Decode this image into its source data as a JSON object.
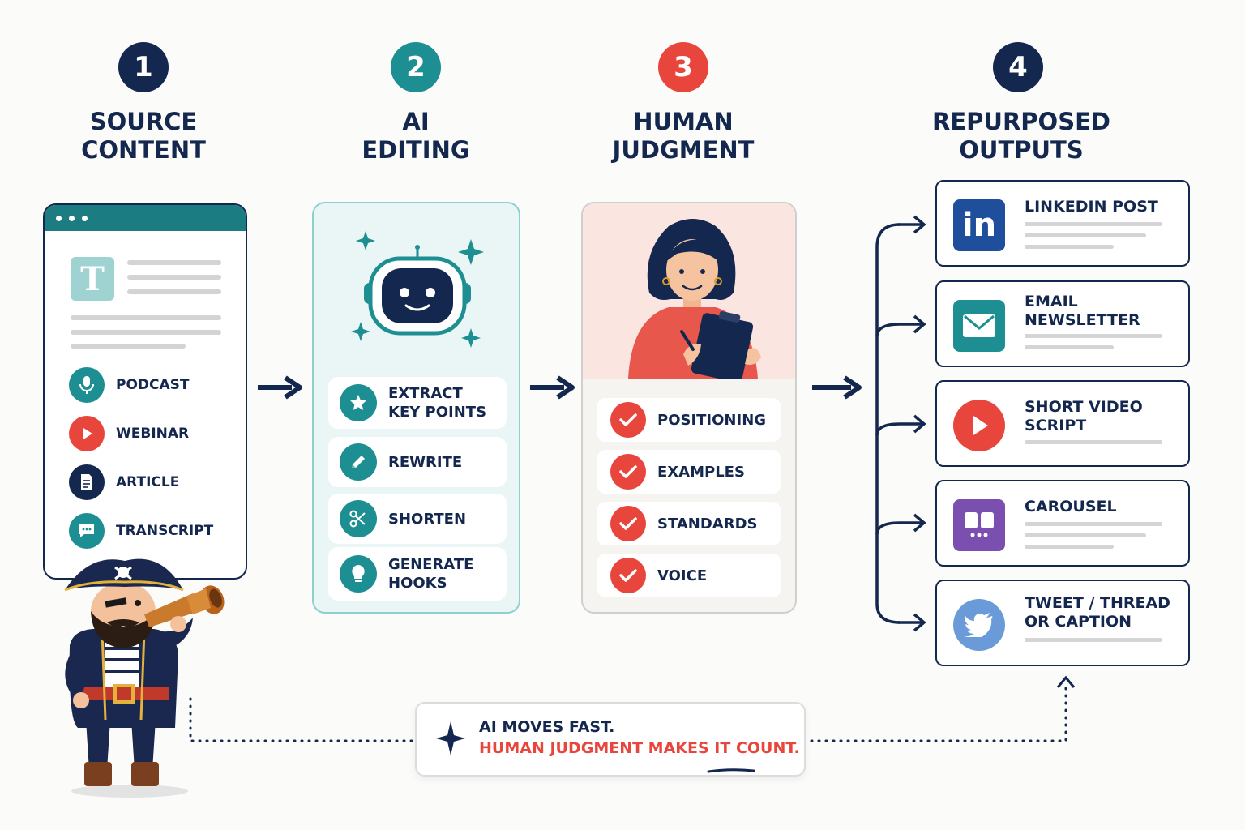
{
  "steps": [
    {
      "number": "1",
      "title": "SOURCE\nCONTENT",
      "color": "#14274e"
    },
    {
      "number": "2",
      "title": "AI\nEDITING",
      "color": "#1d8f93"
    },
    {
      "number": "3",
      "title": "HUMAN\nJUDGMENT",
      "color": "#e8463c"
    },
    {
      "number": "4",
      "title": "REPURPOSED\nOUTPUTS",
      "color": "#14274e"
    }
  ],
  "source": {
    "doc_letter": "T",
    "items": [
      {
        "label": "PODCAST",
        "icon": "microphone-icon",
        "color": "#1d8f93"
      },
      {
        "label": "WEBINAR",
        "icon": "play-icon",
        "color": "#e8463c"
      },
      {
        "label": "ARTICLE",
        "icon": "document-icon",
        "color": "#14274e"
      },
      {
        "label": "TRANSCRIPT",
        "icon": "chat-icon",
        "color": "#1d8f93"
      }
    ]
  },
  "ai_editing": {
    "items": [
      {
        "label": "EXTRACT\nKEY POINTS",
        "icon": "star-icon"
      },
      {
        "label": "REWRITE",
        "icon": "pencil-icon"
      },
      {
        "label": "SHORTEN",
        "icon": "scissors-icon"
      },
      {
        "label": "GENERATE\nHOOKS",
        "icon": "lightbulb-icon"
      }
    ]
  },
  "human_judgment": {
    "items": [
      {
        "label": "POSITIONING"
      },
      {
        "label": "EXAMPLES"
      },
      {
        "label": "STANDARDS"
      },
      {
        "label": "VOICE"
      }
    ]
  },
  "outputs": [
    {
      "label": "LINKEDIN POST",
      "icon": "linkedin-icon",
      "color": "#1f4e9c",
      "icon_text": "in"
    },
    {
      "label": "EMAIL\nNEWSLETTER",
      "icon": "email-icon",
      "color": "#1d8f93"
    },
    {
      "label": "SHORT VIDEO\nSCRIPT",
      "icon": "play-icon",
      "color": "#e8463c"
    },
    {
      "label": "CAROUSEL",
      "icon": "carousel-icon",
      "color": "#7b4fb0"
    },
    {
      "label": "TWEET / THREAD\nOR CAPTION",
      "icon": "bird-icon",
      "color": "#6a9bd8"
    }
  ],
  "callout": {
    "line1": "AI MOVES FAST.",
    "line2": "HUMAN JUDGMENT MAKES IT COUNT."
  }
}
